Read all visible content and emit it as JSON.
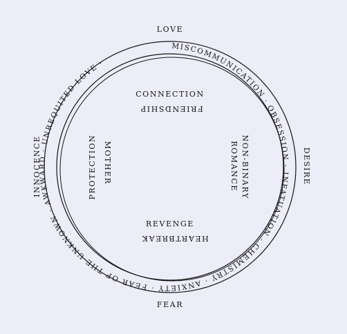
{
  "colors": {
    "background": "#ecedf8",
    "ink": "#141414"
  },
  "outer_labels": {
    "top": "LOVE",
    "right": "DESIRE",
    "bottom": "FEAR",
    "left": "INNOCENCE"
  },
  "ring_text": "MISCOMMUNICATION · OBSESSION · INFATUATION · CHEMISTRY · ANXIETY · FEAR OF THE UNKNOWN · AWKWARD · UNREQUITED LOVE ·",
  "inner_labels": {
    "top_upright": "CONNECTION",
    "top_inverted": "FRIENDSHIP",
    "right_1": "NON-BINARY",
    "right_2": "ROMANCE",
    "bottom_upright": "REVENGE",
    "bottom_inverted": "HEARTBREAK",
    "left_1": "MOTHER",
    "left_2": "PROTECTION"
  }
}
